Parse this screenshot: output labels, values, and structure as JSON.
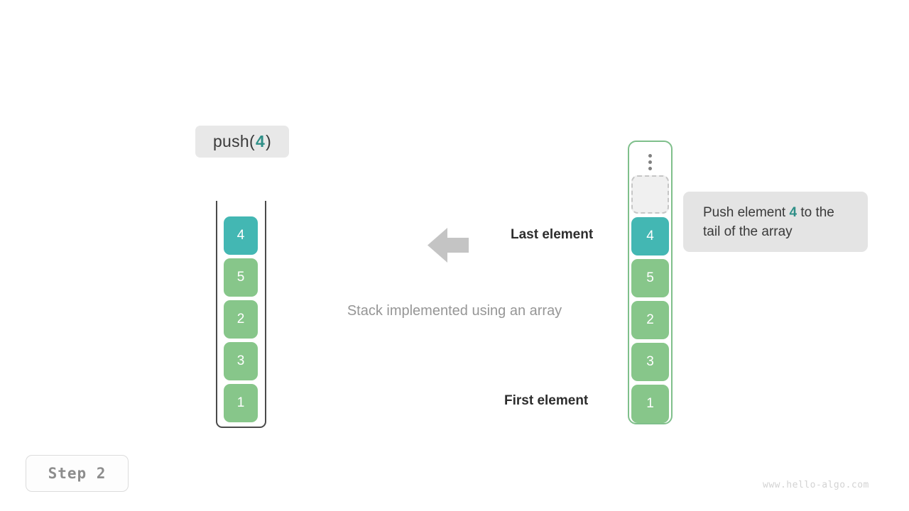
{
  "operation": {
    "prefix": "push(",
    "argument": "4",
    "suffix": ")"
  },
  "stack_panel": {
    "name": "stack-implemented-using-an-array",
    "caption": "Stack implemented using an array",
    "cells_top_to_bottom": [
      "4",
      "5",
      "2",
      "3",
      "1"
    ],
    "top_cell_highlighted": true
  },
  "array_panel": {
    "overflow_indicator": "vertical-ellipsis",
    "empty_slot_label": "",
    "cells_top_to_bottom": [
      "4",
      "5",
      "2",
      "3",
      "1"
    ],
    "top_cell_highlighted": true
  },
  "annotations": {
    "arrow_direction": "left",
    "last_element_label": "Last element",
    "first_element_label": "First element"
  },
  "callout": {
    "text_before": "Push element ",
    "accent": "4",
    "text_after": " to the tail of the array"
  },
  "footer": {
    "step_label": "Step 2",
    "watermark": "www.hello-algo.com"
  },
  "colors": {
    "accent_teal": "#43b7b3",
    "accent_teal_text": "#2f8f87",
    "cell_green": "#87c68a",
    "array_border_green": "#7fbf8b",
    "stack_border_gray": "#4a4a4a",
    "chip_gray": "#e8e8e8",
    "callout_gray": "#e4e4e4",
    "arrow_gray": "#c4c4c4"
  }
}
